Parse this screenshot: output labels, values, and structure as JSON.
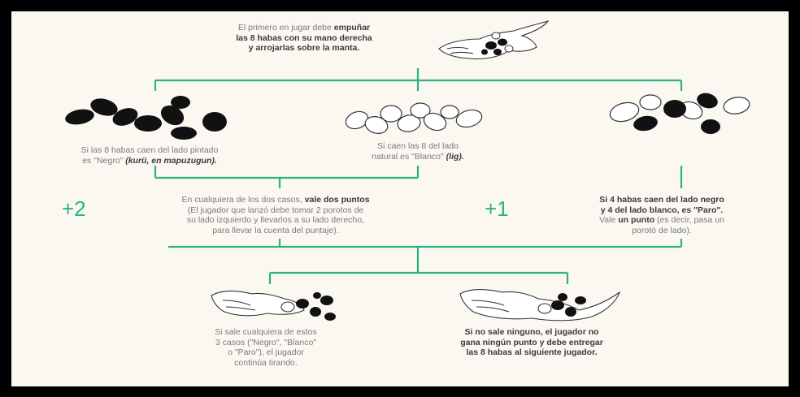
{
  "intro": {
    "line1_a": "El primero en jugar debe ",
    "line1_b": "empuñar",
    "line2": "las 8 habas con su mano derecha",
    "line3": "y arrojarlas sobre la manta."
  },
  "case_black": {
    "line1": "Si las 8 habas caen del lado pintado",
    "line2_a": "es \"Negro\" ",
    "line2_b": "(kurü, en mapuzugun)."
  },
  "case_white": {
    "line1": "Si caen las 8 del lado",
    "line2_a": "natural es \"Blanco\" ",
    "line2_b": "(lig)."
  },
  "case_mixed": {
    "line1": "Si 4 habas caen del lado negro",
    "line2": "y 4 del lado blanco, es \"Paro\".",
    "line3_a": "Vale ",
    "line3_b": "un punto",
    "line3_c": " (es decir, pasa un",
    "line4": "porotó de lado)."
  },
  "two_points": {
    "line1_a": "En cualquiera de los dos casos, ",
    "line1_b": "vale dos puntos",
    "line2": "(El jugador que lanzó debe tomar 2 porotos de",
    "line3": "su lado izquierdo y llevarlos a su lado derecho,",
    "line4": "para llevar la cuenta del puntaje)."
  },
  "score_two": "+2",
  "score_one": "+1",
  "continue": {
    "line1": "Si sale cualquiera de estos",
    "line2": "3 casos (\"Negro\", \"Blanco\"",
    "line3": "o \"Paro\"), el jugador",
    "line4": "continúa tirando."
  },
  "pass_turn": {
    "line1": "Si no sale ninguno, el jugador no",
    "line2": "gana ningún punto y debe entregar",
    "line3": "las 8 habas al siguiente jugador."
  },
  "colors": {
    "accent": "#2bb381",
    "bean_black": "#111111",
    "background": "#fbf8f1"
  }
}
